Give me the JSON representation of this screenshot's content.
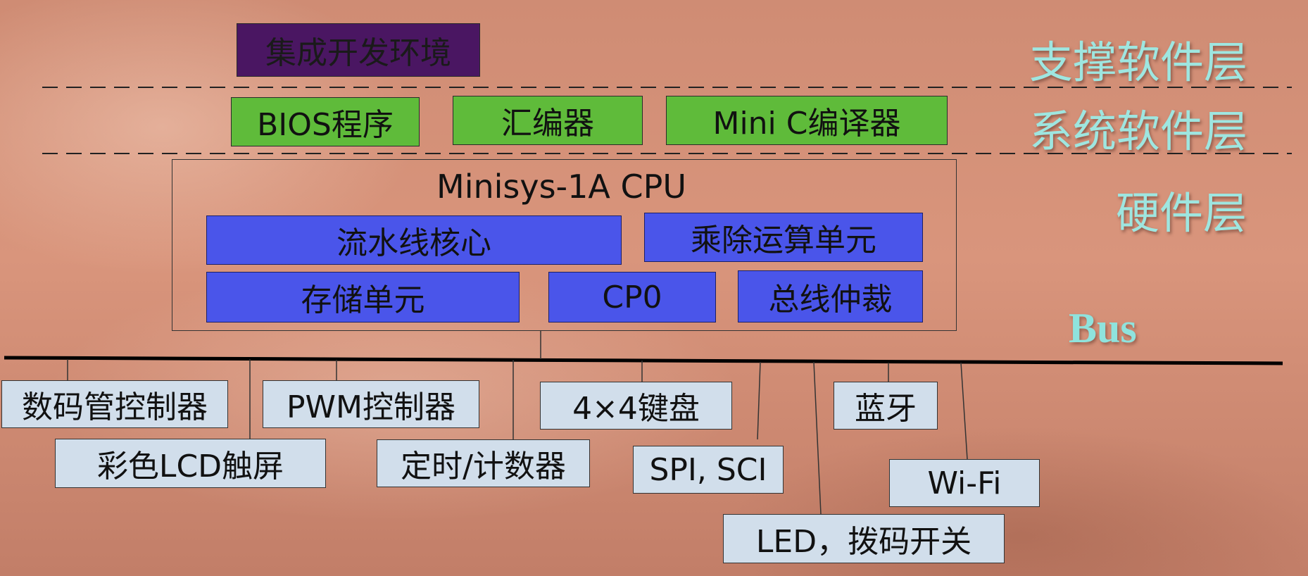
{
  "layers": {
    "support": "支撑软件层",
    "system": "系统软件层",
    "hardware": "硬件层"
  },
  "support_software": {
    "ide": "集成开发环境"
  },
  "system_software": {
    "bios": "BIOS程序",
    "assembler": "汇编器",
    "compiler": "Mini C编译器"
  },
  "cpu": {
    "title": "Minisys-1A CPU",
    "pipeline": "流水线核心",
    "muldiv": "乘除运算单元",
    "storage": "存储单元",
    "cp0": "CP0",
    "arbiter": "总线仲裁"
  },
  "bus": {
    "label": "Bus"
  },
  "peripherals": {
    "seg": "数码管控制器",
    "lcd": "彩色LCD触屏",
    "pwm": "PWM控制器",
    "timer": "定时/计数器",
    "keypad": "4×4键盘",
    "spi": "SPI, SCI",
    "led": "LED，拨码开关",
    "bt": "蓝牙",
    "wifi": "Wi-Fi"
  },
  "colors": {
    "support_box": "#4a1662",
    "system_box": "#5fbb3a",
    "cpu_unit": "#4a55ea",
    "peripheral_box": "#d1deeb",
    "layer_label": "#9ee6e0",
    "bus_line": "#000000"
  }
}
